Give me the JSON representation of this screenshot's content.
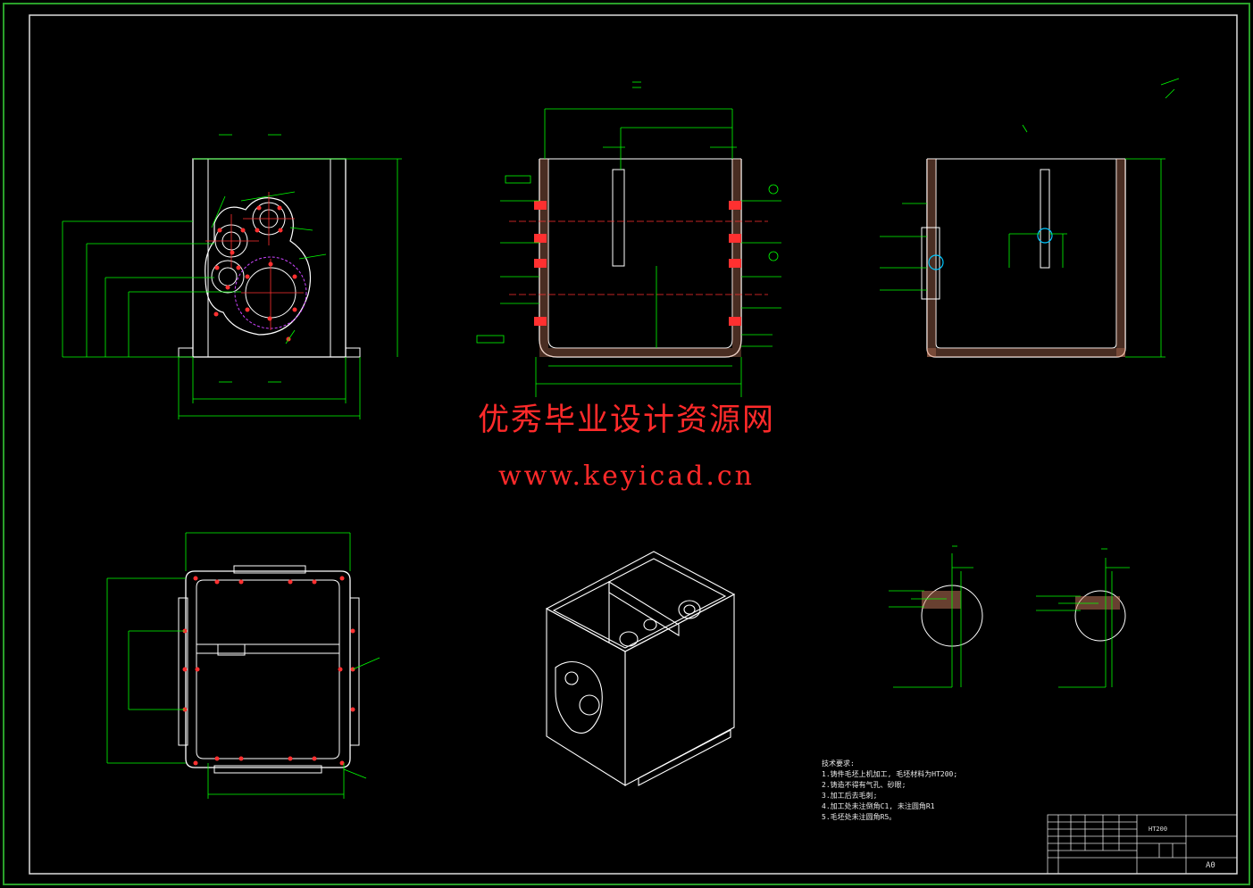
{
  "watermark": {
    "title": "优秀毕业设计资源网",
    "url": "www.keyicad.cn"
  },
  "tech_notes": {
    "heading": "技术要求:",
    "items": [
      "1.铸件毛坯上机加工, 毛坯材料为HT200;",
      "2.铸造不得有气孔、砂眼;",
      "3.加工后去毛刺;",
      "4.加工处未注倒角C1, 未注圆角R1",
      "5.毛坯处未注圆角R5。"
    ]
  },
  "title_block": {
    "material": "HT200",
    "sheet": "A0"
  },
  "colors": {
    "outline": "#ffffff",
    "dimension": "#00ff00",
    "centerline": "#ff3030",
    "hidden": "#cc44ff",
    "hatch": "#d08060",
    "frame": "#ffffff",
    "marker": "#00c8ff"
  }
}
